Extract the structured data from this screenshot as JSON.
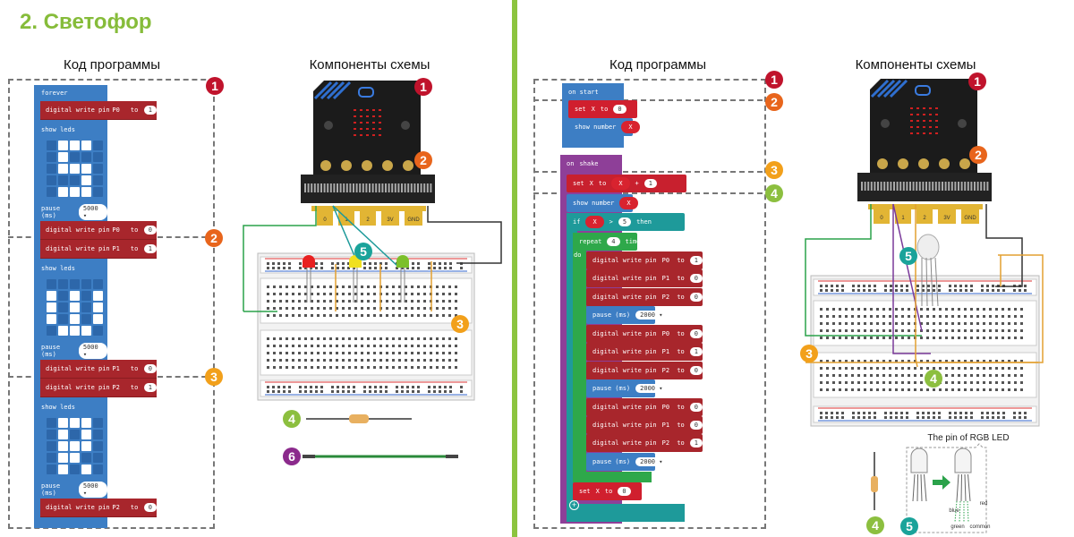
{
  "title": "2. Светофор",
  "colors": {
    "accent_green": "#8cc43f",
    "block_blue": "#3d7ec4",
    "block_red": "#a8262c",
    "purple": "#8e3f98",
    "teal": "#1e9a9a",
    "loop_green": "#2ea84a",
    "badge_1": "#c0132c",
    "badge_2": "#e8651c",
    "badge_3": "#f2a01b",
    "badge_4": "#8cbf3f",
    "badge_5": "#1aa39a",
    "badge_6": "#8b2a8c"
  },
  "left": {
    "code_heading": "Код программы",
    "components_heading": "Компоненты схемы",
    "code": {
      "forever": "forever",
      "steps": [
        {
          "kind": "write",
          "label": "digital write pin",
          "pin": "P0",
          "to": "to",
          "value": "1"
        },
        {
          "kind": "leds",
          "label": "show leds",
          "pattern": [
            "01110",
            "01000",
            "01110",
            "00010",
            "01110"
          ]
        },
        {
          "kind": "pause",
          "label": "pause (ms)",
          "value": "5000 ▾"
        },
        {
          "kind": "write",
          "label": "digital write pin",
          "pin": "P0",
          "to": "to",
          "value": "0"
        },
        {
          "kind": "write",
          "label": "digital write pin",
          "pin": "P1",
          "to": "to",
          "value": "1"
        },
        {
          "kind": "leds",
          "label": "show leds",
          "pattern": [
            "00000",
            "10101",
            "10101",
            "10101",
            "01110"
          ]
        },
        {
          "kind": "pause",
          "label": "pause (ms)",
          "value": "5000 ▾"
        },
        {
          "kind": "write",
          "label": "digital write pin",
          "pin": "P1",
          "to": "to",
          "value": "0"
        },
        {
          "kind": "write",
          "label": "digital write pin",
          "pin": "P2",
          "to": "to",
          "value": "1"
        },
        {
          "kind": "leds",
          "label": "show leds",
          "pattern": [
            "01110",
            "01010",
            "01110",
            "01100",
            "01010"
          ]
        },
        {
          "kind": "pause",
          "label": "pause (ms)",
          "value": "5000 ▾"
        },
        {
          "kind": "write",
          "label": "digital write pin",
          "pin": "P2",
          "to": "to",
          "value": "0"
        }
      ]
    },
    "code_badges": [
      "1",
      "2",
      "3"
    ],
    "component_badges": {
      "microbit": "1",
      "connector": "2",
      "breadboard": "3",
      "resistor": "4",
      "led": "5",
      "jumper": "6"
    },
    "pin_labels": [
      "0",
      "1",
      "2",
      "3V",
      "GND"
    ]
  },
  "right": {
    "code_heading": "Код программы",
    "components_heading": "Компоненты схемы",
    "code": {
      "blocks": [
        [
          "on start"
        ],
        [
          "set",
          "X",
          "to",
          "0"
        ],
        [
          "show number",
          "X"
        ],
        [
          "on",
          "shake"
        ],
        [
          "set",
          "X",
          "to",
          "X",
          "+",
          "1"
        ],
        [
          "show number",
          "X"
        ],
        [
          "if",
          "X",
          ">",
          "5",
          "then"
        ],
        [
          "repeat",
          "4",
          "times",
          "do"
        ],
        [
          "digital write pin",
          "P0",
          "to",
          "1"
        ],
        [
          "digital write pin",
          "P1",
          "to",
          "0"
        ],
        [
          "digital write pin",
          "P2",
          "to",
          "0"
        ],
        [
          "pause (ms)",
          "2000 ▾"
        ],
        [
          "digital write pin",
          "P0",
          "to",
          "0"
        ],
        [
          "digital write pin",
          "P1",
          "to",
          "1"
        ],
        [
          "digital write pin",
          "P2",
          "to",
          "0"
        ],
        [
          "pause (ms)",
          "2000 ▾"
        ],
        [
          "digital write pin",
          "P0",
          "to",
          "0"
        ],
        [
          "digital write pin",
          "P1",
          "to",
          "0"
        ],
        [
          "digital write pin",
          "P2",
          "to",
          "1"
        ],
        [
          "pause (ms)",
          "2000 ▾"
        ],
        [
          "set",
          "X",
          "to",
          "0"
        ]
      ]
    },
    "code_badges": [
      "1",
      "2",
      "3",
      "4"
    ],
    "component_badges": {
      "microbit": "1",
      "connector": "2",
      "breadboard": "3",
      "resistor": "4",
      "rgb_led": "5"
    },
    "pin_labels": [
      "0",
      "1",
      "2",
      "3V",
      "GND"
    ],
    "rgb_inset": {
      "title": "The pin of RGB LED",
      "pins": [
        "blue",
        "green",
        "common",
        "red"
      ],
      "badges": [
        "4",
        "5"
      ]
    }
  }
}
